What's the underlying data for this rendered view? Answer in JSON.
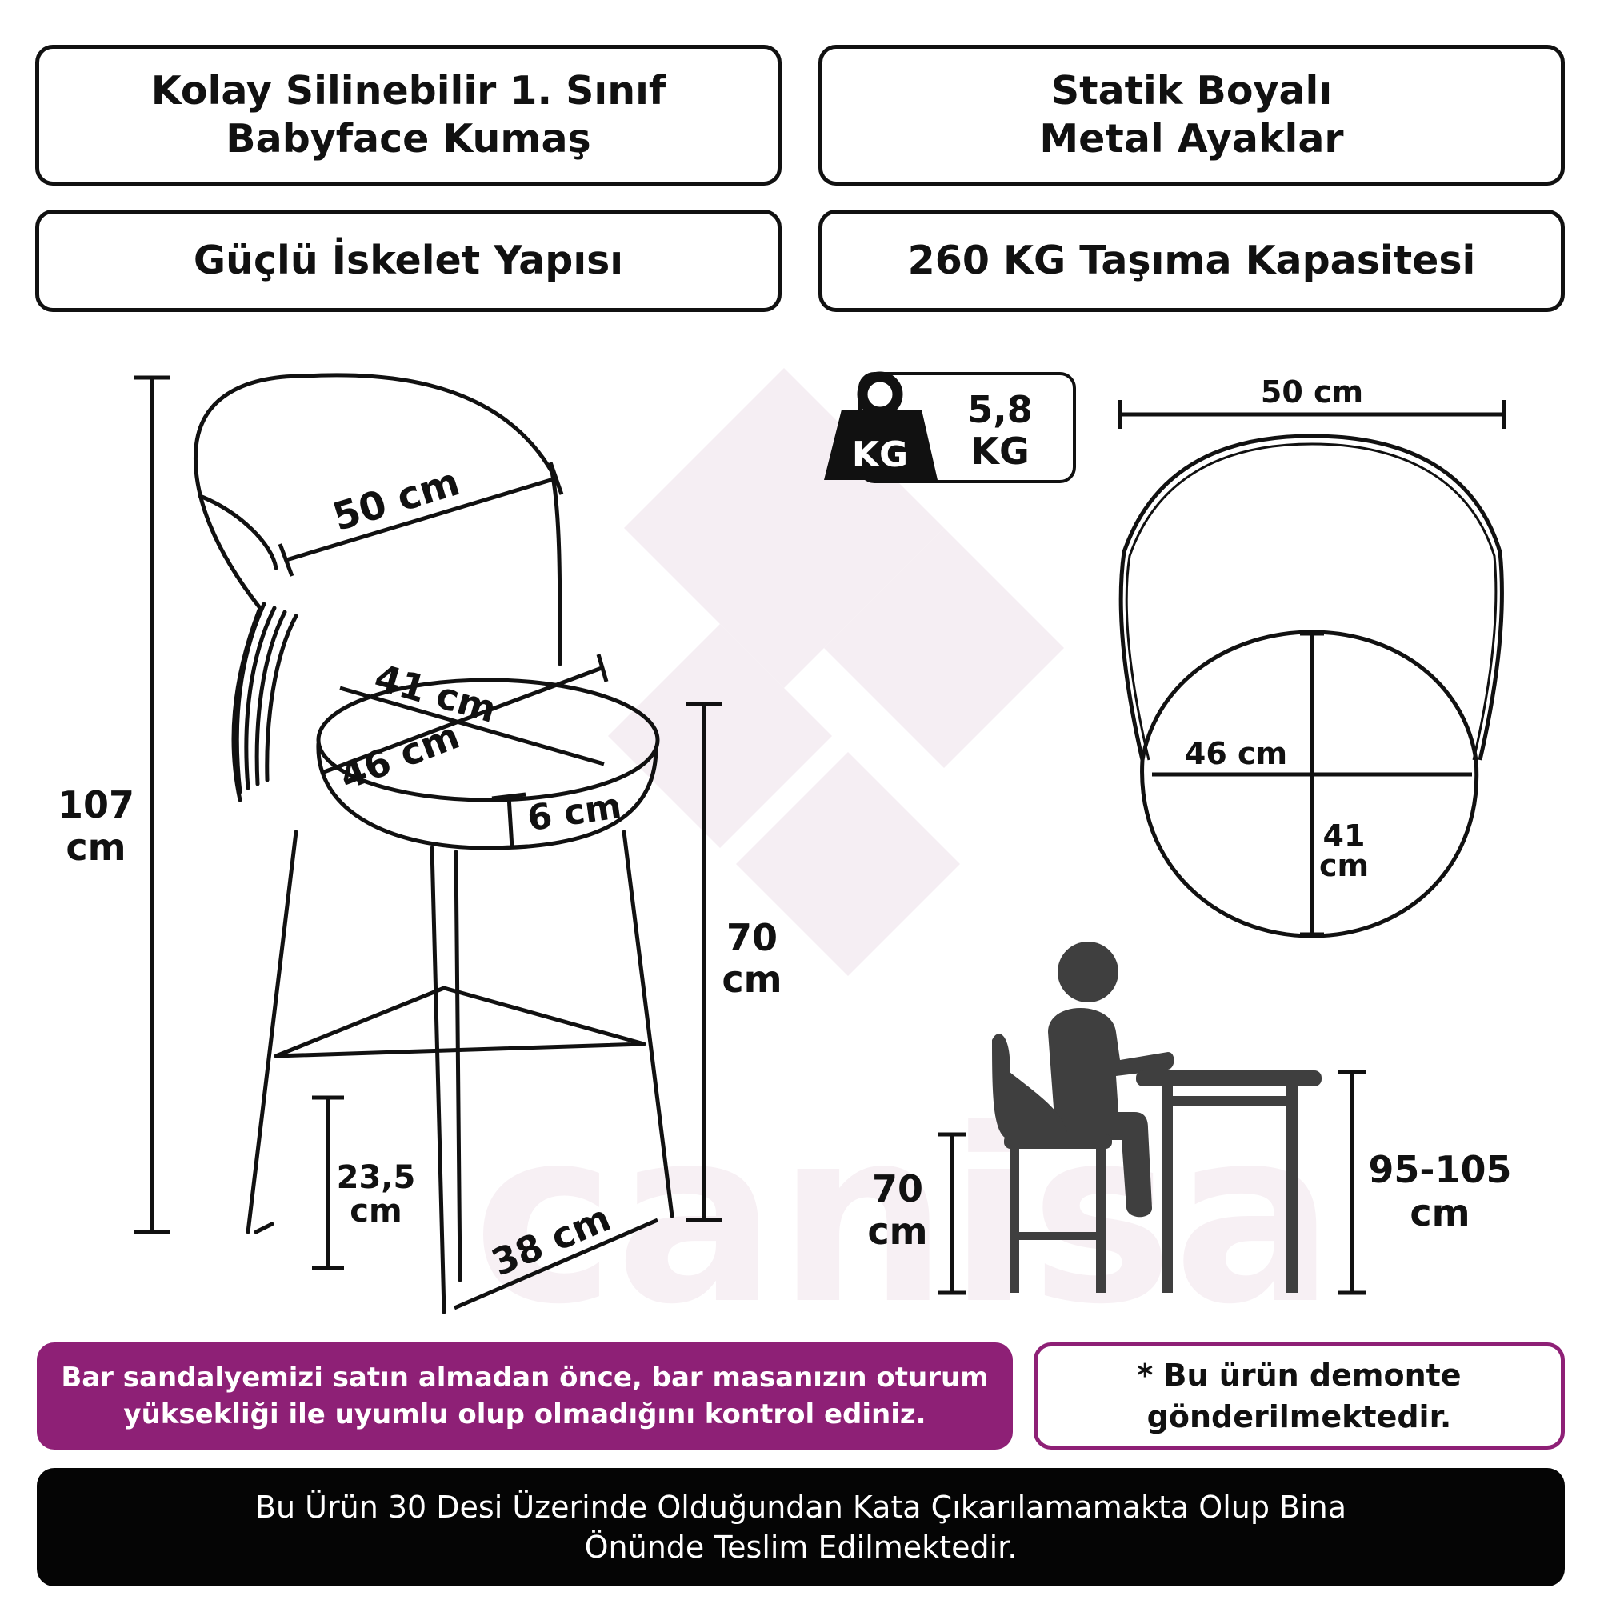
{
  "features": [
    {
      "line1": "Kolay Silinebilir 1. Sınıf",
      "line2": "Babyface Kumaş"
    },
    {
      "line1": "Statik Boyalı",
      "line2": "Metal Ayaklar"
    },
    {
      "line1": "Güçlü İskelet Yapısı"
    },
    {
      "line1": "260 KG Taşıma Kapasitesi"
    }
  ],
  "weight": {
    "icon_label": "KG",
    "value": "5,8",
    "unit": "KG"
  },
  "chair_dims": {
    "total_height": "107",
    "total_height_unit": "cm",
    "back_width": "50 cm",
    "seat_width": "41 cm",
    "seat_depth": "46 cm",
    "cushion": "6 cm",
    "seat_height": "70",
    "seat_height_unit": "cm",
    "footrest": "23,5",
    "footrest_unit": "cm",
    "base_width": "38 cm"
  },
  "top_view": {
    "width": "50 cm",
    "seat_width": "46 cm",
    "seat_depth_1": "41",
    "seat_depth_2": "cm"
  },
  "usage": {
    "chair_h": "70",
    "chair_h_unit": "cm",
    "table_h": "95-105",
    "table_h_unit": "cm"
  },
  "watermark": "canisa",
  "notes": {
    "warning_line1": "Bar sandalyemizi satın almadan önce, bar masanızın oturum",
    "warning_line2": "yüksekliği ile uyumlu olup olmadığını kontrol ediniz.",
    "assembly_line1": "* Bu ürün demonte",
    "assembly_line2": "gönderilmektedir.",
    "delivery_line1": "Bu Ürün 30 Desi Üzerinde Olduğundan Kata Çıkarılamamakta Olup Bina",
    "delivery_line2": "Önünde Teslim Edilmektedir."
  },
  "colors": {
    "accent": "#8e2076",
    "ink": "#111111",
    "figure": "#3f3f3f"
  }
}
